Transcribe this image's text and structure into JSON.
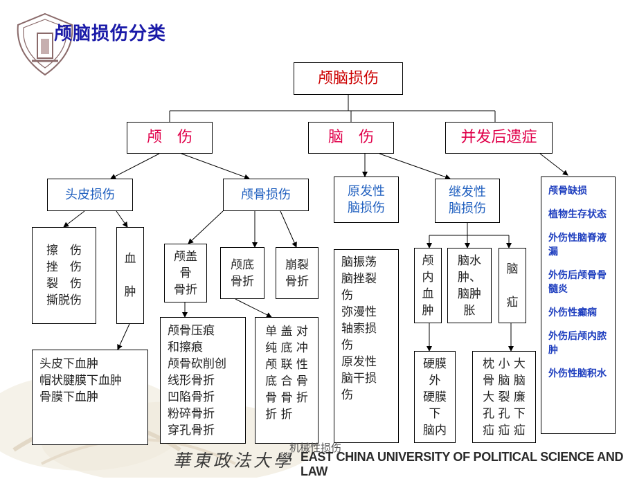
{
  "slide": {
    "title": "颅脑损伤分类"
  },
  "root": "颅脑损伤",
  "level1": {
    "skull": "颅　伤",
    "brain": "脑　伤",
    "sequelae": "并发后遗症"
  },
  "level2": {
    "scalp": "头皮损伤",
    "skull_fracture": "颅骨损伤",
    "primary": "原发性\n脑损伤",
    "secondary": "继发性\n脑损伤"
  },
  "scalp_injuries": "擦　伤\n挫　伤\n裂　伤\n撕脱伤",
  "hematoma": "血\n\n肿",
  "hematoma_types": "头皮下血肿\n帽状腱膜下血肿\n骨膜下血肿",
  "vault_fracture": "颅盖\n骨\n骨折",
  "base_fracture": "颅底\n骨折",
  "burst_fracture": "崩裂\n骨折",
  "vault_types": "颅骨压痕\n和擦痕\n颅骨砍削创\n线形骨折\n凹陷骨折\n粉碎骨折\n穿孔骨折",
  "base_types": "单 盖 对\n纯 底 冲\n颅 联 性\n底 合 骨\n骨 骨 折\n折 折",
  "primary_types": "脑振荡\n脑挫裂\n伤\n弥漫性\n轴索损\n伤\n原发性\n脑干损\n伤",
  "intracranial_hematoma": "颅\n内\n血\n肿",
  "edema": "脑水\n肿、\n脑肿\n胀",
  "herniation": "脑\n\n疝",
  "hematoma_subtypes": "硬膜\n外\n硬膜\n下\n脑内",
  "herniation_types": "枕 小 大\n骨 脑 脑\n大 裂 廉\n孔 孔 下\n疝 疝 疝",
  "sequelae_items": [
    "颅骨缺损",
    "植物生存状态",
    "外伤性脑脊液漏",
    "外伤后颅骨骨髓炎",
    "外伤性癫痫",
    "外伤后颅内脓肿",
    "外伤性脑积水"
  ],
  "footer": {
    "caption": "机械性损伤",
    "university_en": "EAST CHINA UNIVERSITY OF POLITICAL SCIENCE AND LAW",
    "university_cn": "華東政法大學"
  },
  "colors": {
    "title": "#1a1aa8",
    "root_text": "#cc0000",
    "level1_text": "#e0004a",
    "level2_text": "#1f5fbf",
    "sequelae_text": "#1f3fbf"
  }
}
